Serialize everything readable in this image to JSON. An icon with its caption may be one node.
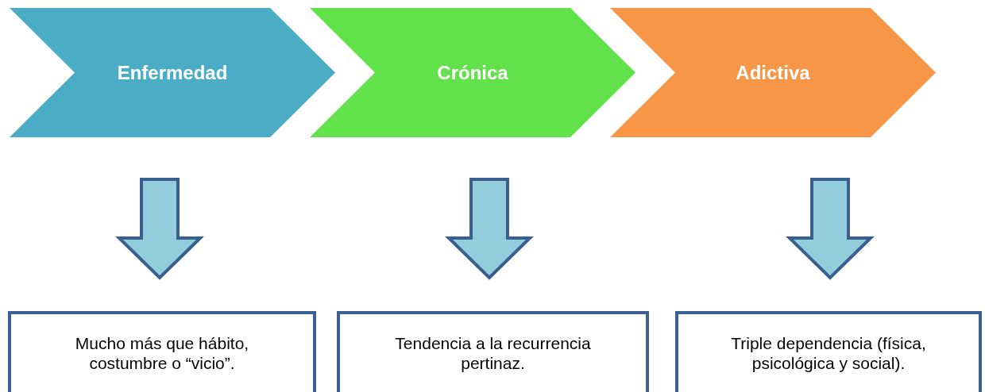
{
  "diagram": {
    "nodes": [
      {
        "text": [
          "Enfermedad"
        ]
      },
      {
        "text": [
          "Crónica"
        ]
      },
      {
        "text": [
          "Adictiva"
        ]
      },
      {
        "text": [
          "Mucho más que hábito, costumbre o “vicio”."
        ]
      },
      {
        "text": [
          "Tendencia a la recurrencia pertinaz."
        ]
      },
      {
        "text": [
          "Triple dependencia (física, psicológica y social)."
        ]
      }
    ],
    "edges": [
      {
        "from": 0,
        "to": 3,
        "arrow": "to"
      },
      {
        "from": 1,
        "to": 4,
        "arrow": "to"
      },
      {
        "from": 2,
        "to": 5,
        "arrow": "to"
      }
    ]
  }
}
